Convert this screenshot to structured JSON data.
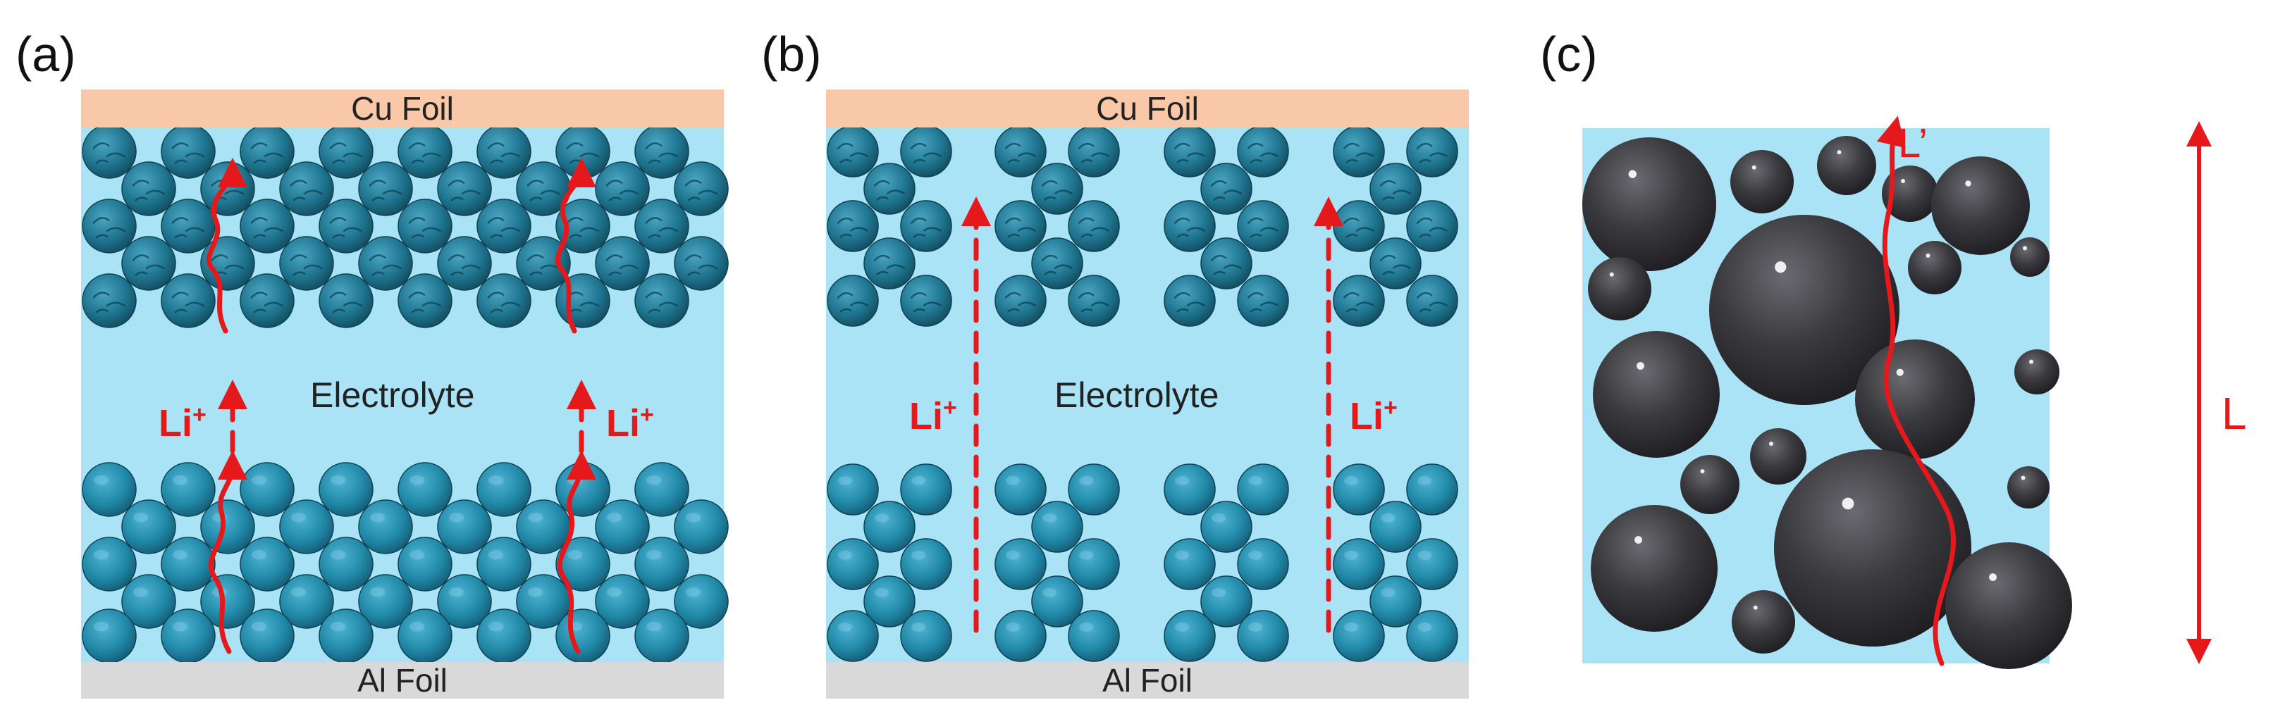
{
  "panels": [
    {
      "label": "(a)",
      "cu_foil": "Cu Foil",
      "al_foil": "Al Foil",
      "electrolyte": "Electrolyte",
      "ion": "Li",
      "ion_charge": "+"
    },
    {
      "label": "(b)",
      "cu_foil": "Cu Foil",
      "al_foil": "Al Foil",
      "electrolyte": "Electrolyte",
      "ion": "Li",
      "ion_charge": "+"
    },
    {
      "label": "(c)",
      "path_length_label": "L’",
      "thickness_label": "L"
    }
  ],
  "colors": {
    "cu_foil": "#f9c8a8",
    "al_foil": "#d9d9d9",
    "electrolyte": "#a9e3f5",
    "anode_particle": "#1d6e86",
    "cathode_particle": "#2189a8",
    "carbon_particle": "#3a3a3e",
    "ion_path": "#e5191c"
  },
  "icons": [
    "anode-particle-icon",
    "cathode-particle-icon",
    "carbon-sphere-icon",
    "ion-path-arrow-icon"
  ]
}
